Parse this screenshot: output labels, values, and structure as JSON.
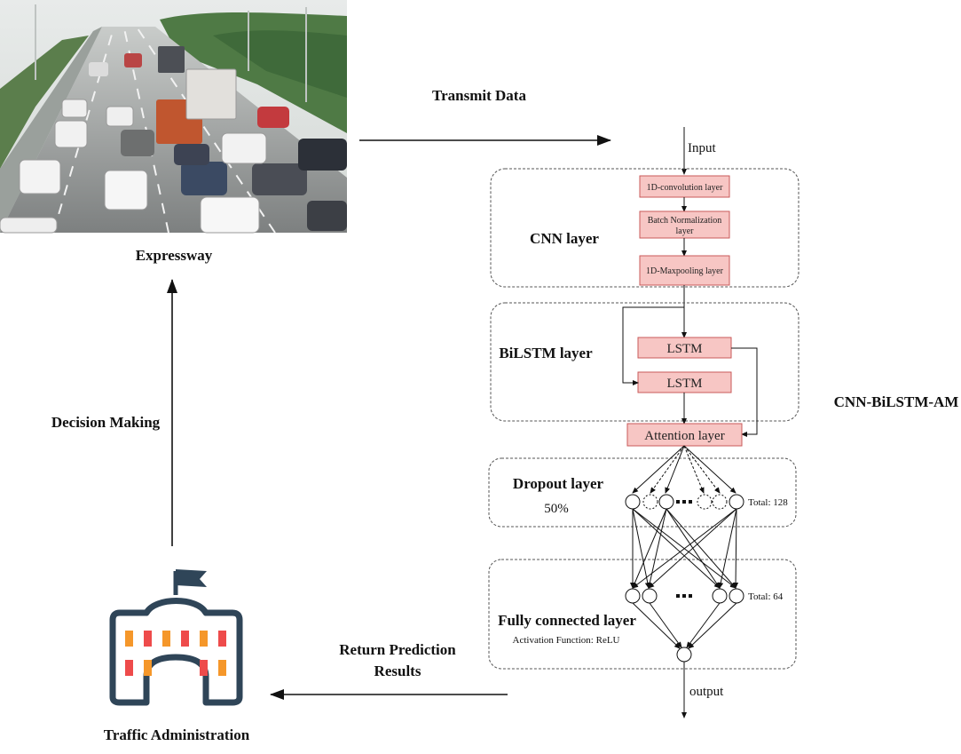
{
  "labels": {
    "transmit_data": "Transmit Data",
    "expressway": "Expressway",
    "decision_making": "Decision Making",
    "return_prediction_line1": "Return Prediction",
    "return_prediction_line2": "Results",
    "traffic_administration": "Traffic Administration",
    "model_name": "CNN-BiLSTM-AM",
    "input": "Input",
    "output": "output"
  },
  "cnn": {
    "title": "CNN layer",
    "conv": "1D-convolution layer",
    "bn_line1": "Batch Normalization",
    "bn_line2": "layer",
    "pool": "1D-Maxpooling layer"
  },
  "bilstm": {
    "title": "BiLSTM layer",
    "lstm1": "LSTM",
    "lstm2": "LSTM"
  },
  "attention": {
    "label": "Attention layer"
  },
  "dropout": {
    "title": "Dropout layer",
    "rate": "50%",
    "total": "Total: 128"
  },
  "fc": {
    "title": "Fully connected layer",
    "activation": "Activation Function: ReLU",
    "total": "Total: 64"
  },
  "colors": {
    "box_fill": "#f7c6c4",
    "box_stroke": "#c95a5a",
    "building_navy": "#2f4558",
    "window_orange": "#f5972a",
    "window_red": "#ee4b4b"
  },
  "icons": {
    "expressway_photo": "traffic-photo",
    "administration": "building-icon"
  }
}
